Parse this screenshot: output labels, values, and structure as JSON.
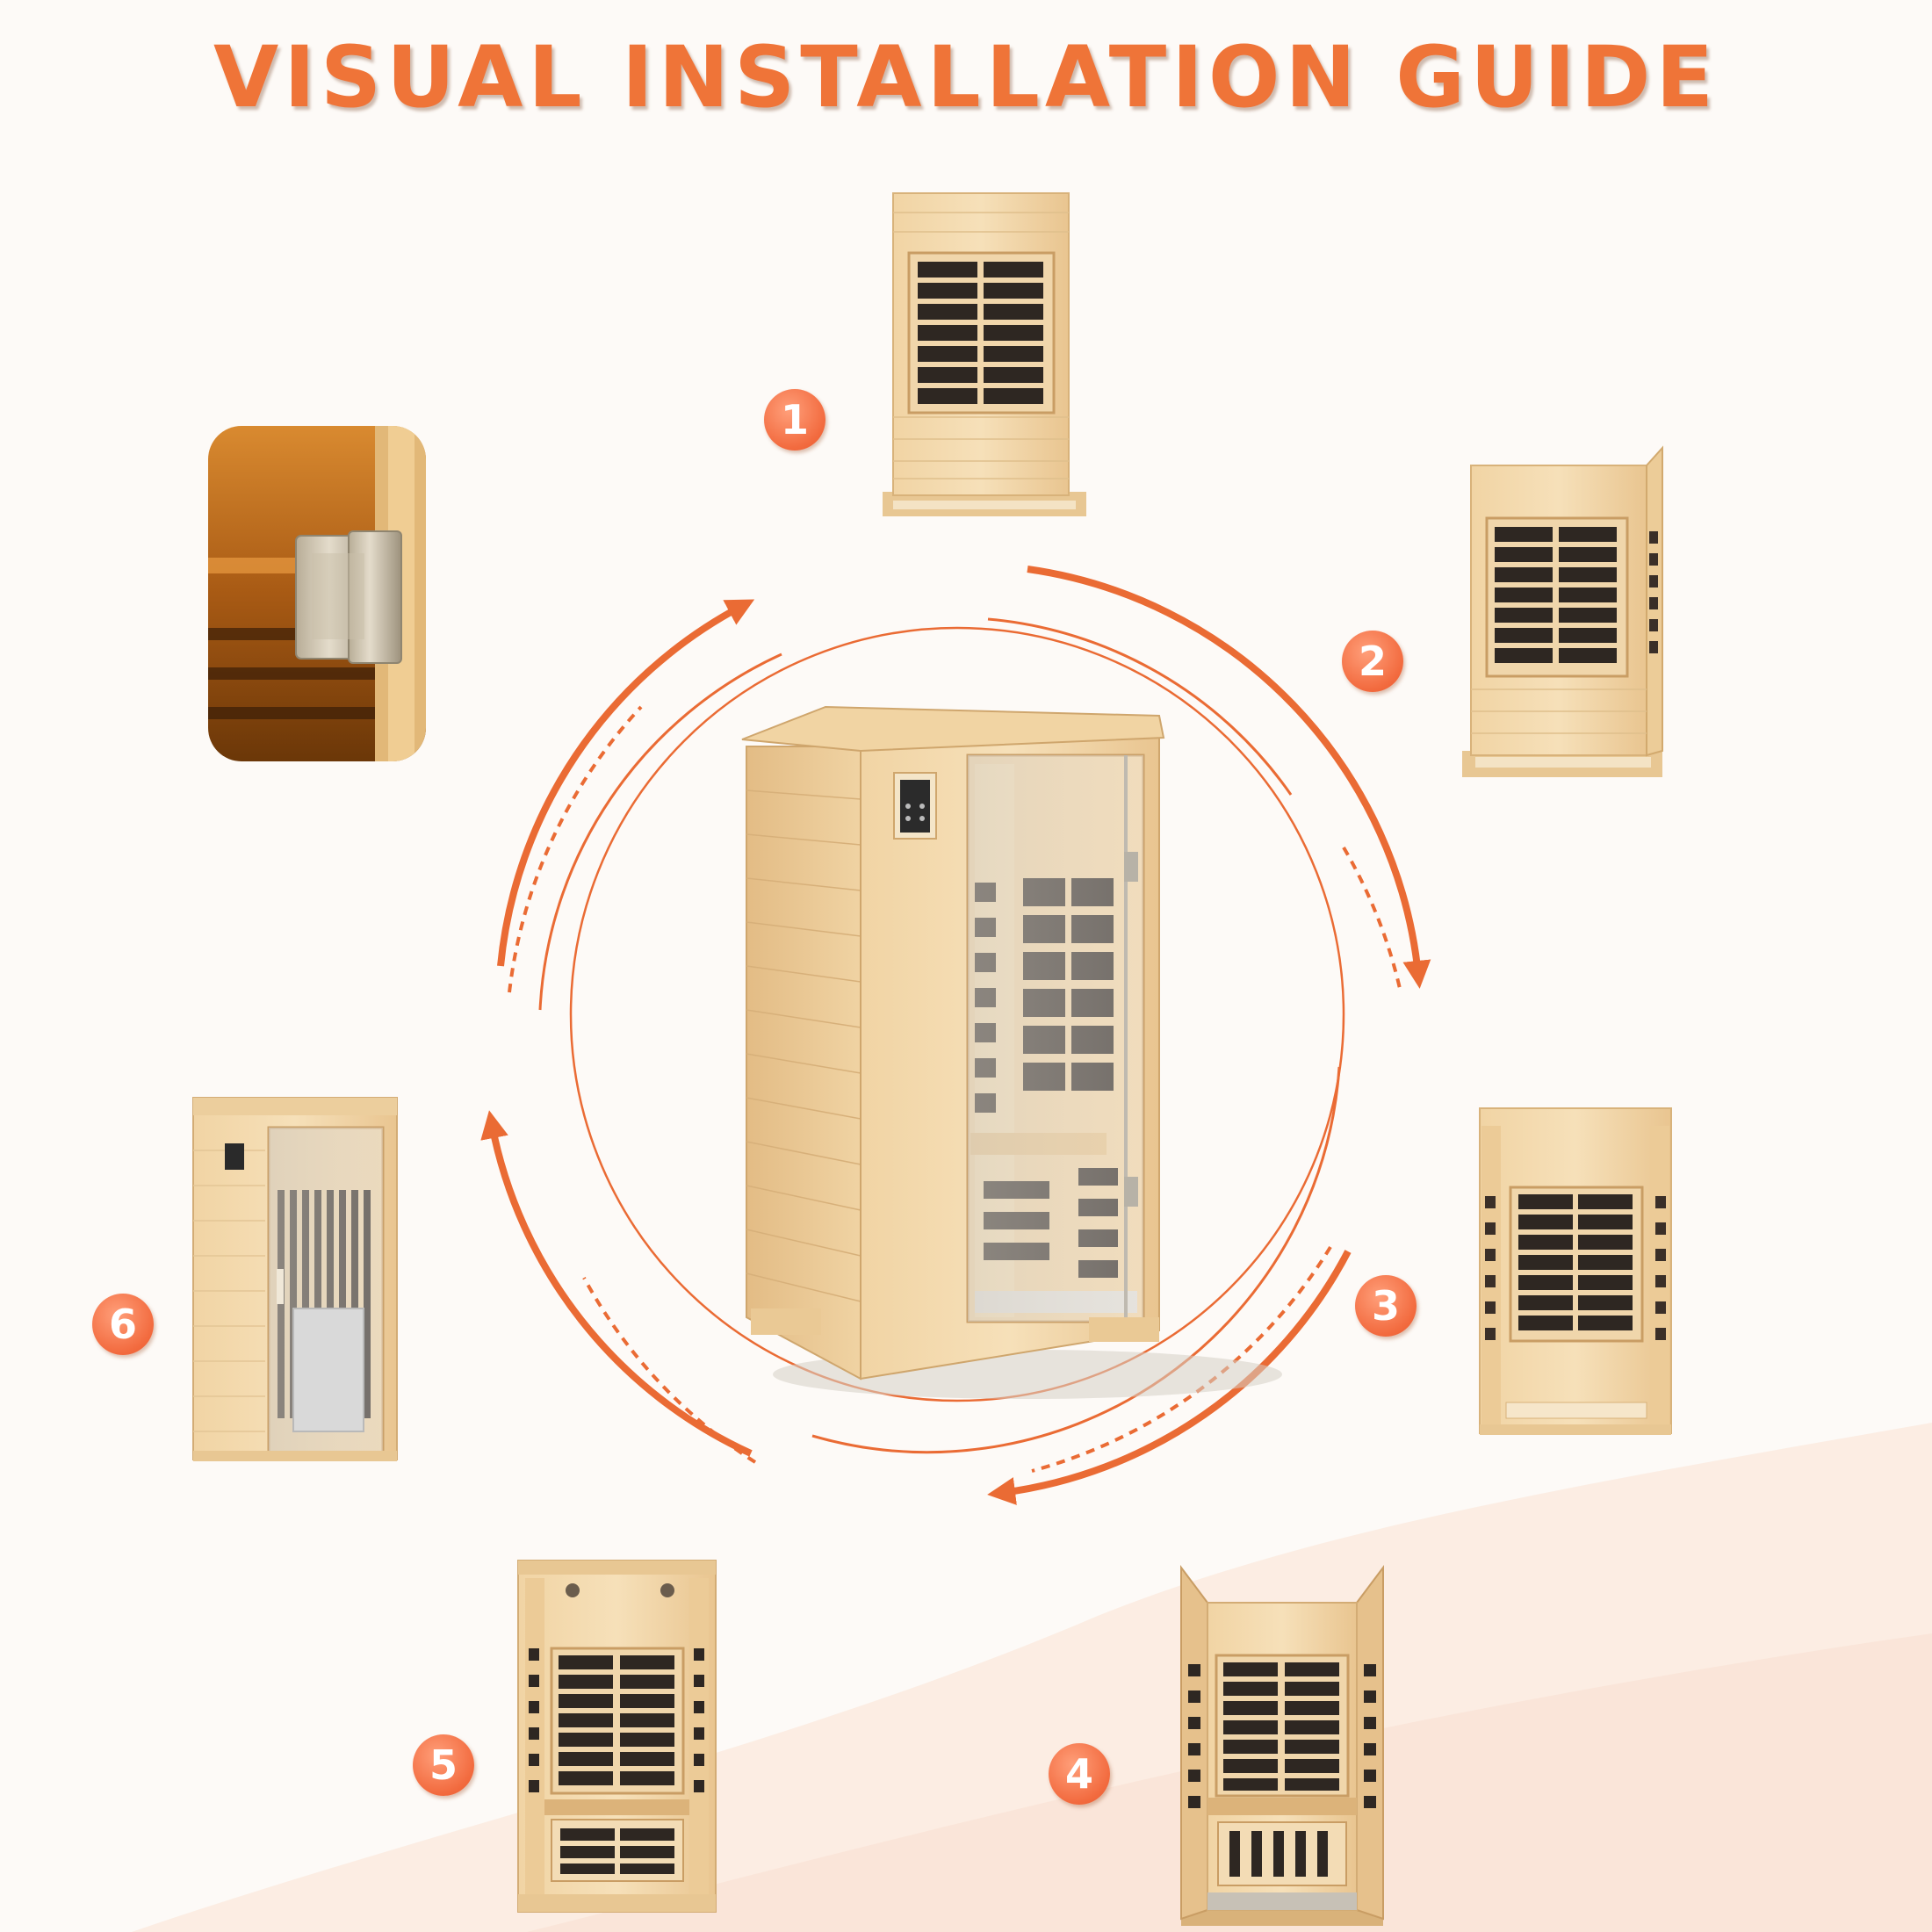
{
  "title": "VISUAL INSTALLATION GUIDE",
  "steps": [
    {
      "number": "1"
    },
    {
      "number": "2"
    },
    {
      "number": "3"
    },
    {
      "number": "4"
    },
    {
      "number": "5"
    },
    {
      "number": "6"
    }
  ],
  "colors": {
    "accent": "#ef7438",
    "badge": "#f26a3e",
    "background": "#fdfaf7",
    "wood_light": "#f3d9ae",
    "wood_mid": "#e6c08a",
    "panel_dark": "#2b241f"
  },
  "icons": [
    "hinge-closeup-icon"
  ]
}
